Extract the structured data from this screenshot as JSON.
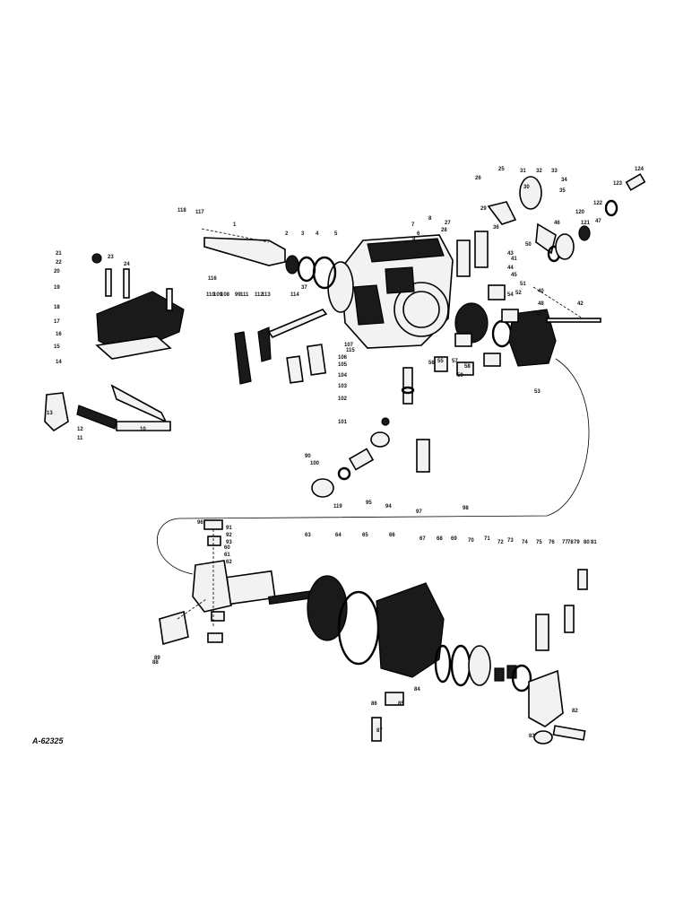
{
  "reference_code": "A-62325",
  "callouts": [
    "1",
    "2",
    "3",
    "4",
    "5",
    "6",
    "7",
    "8",
    "9",
    "10",
    "11",
    "12",
    "13",
    "14",
    "15",
    "16",
    "17",
    "18",
    "19",
    "20",
    "21",
    "22",
    "23",
    "24",
    "25",
    "26",
    "27",
    "28",
    "29",
    "30",
    "31",
    "32",
    "33",
    "34",
    "35",
    "36",
    "37",
    "40",
    "41",
    "42",
    "43",
    "44",
    "45",
    "46",
    "47",
    "48",
    "49",
    "50",
    "51",
    "52",
    "53",
    "54",
    "55",
    "56",
    "57",
    "58",
    "59",
    "60",
    "61",
    "62",
    "63",
    "64",
    "65",
    "66",
    "67",
    "68",
    "69",
    "70",
    "71",
    "72",
    "73",
    "74",
    "75",
    "76",
    "77",
    "78",
    "79",
    "80",
    "81",
    "82",
    "83",
    "84",
    "85",
    "86",
    "87",
    "88",
    "89",
    "90",
    "91",
    "92",
    "93",
    "94",
    "95",
    "96",
    "97",
    "98",
    "99",
    "100",
    "101",
    "102",
    "103",
    "104",
    "105",
    "106",
    "107",
    "108",
    "109",
    "110",
    "111",
    "112",
    "113",
    "114",
    "115",
    "116",
    "117",
    "118",
    "119",
    "120",
    "121",
    "122",
    "123",
    "124"
  ]
}
